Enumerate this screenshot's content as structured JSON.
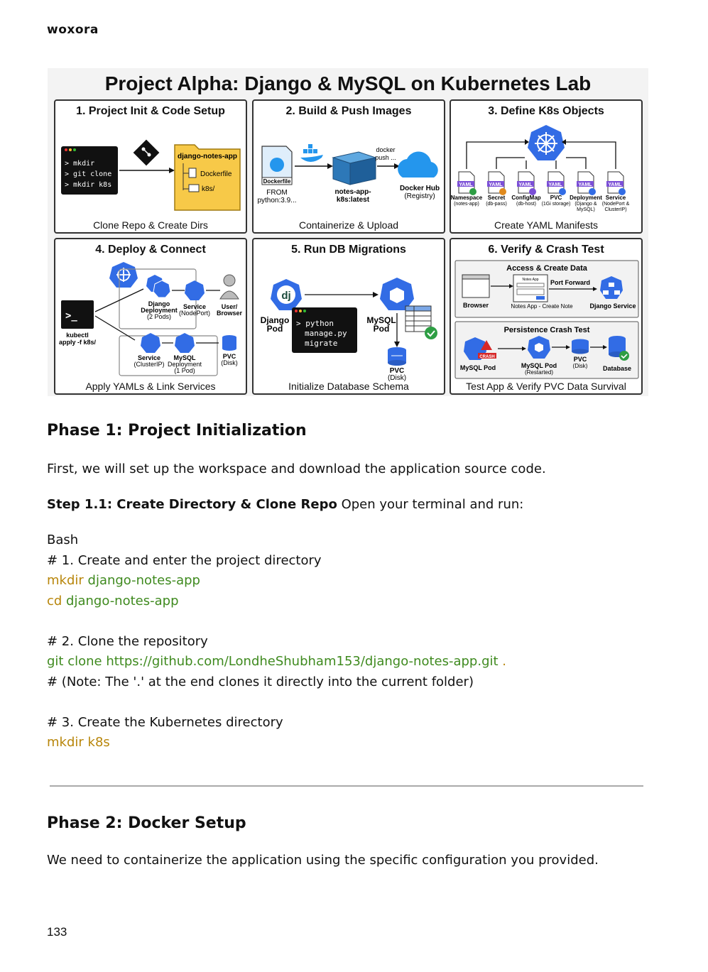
{
  "brand": "woxora",
  "infographic": {
    "title": "Project Alpha: Django & MySQL on Kubernetes Lab",
    "panels": [
      {
        "title": "1. Project Init & Code Setup",
        "caption": "Clone Repo & Create Dirs",
        "terminal_lines": [
          "> mkdir",
          "> git clone",
          "> mkdir k8s"
        ],
        "folder_name": "django-notes-app",
        "files": [
          "Dockerfile",
          "k8s/"
        ]
      },
      {
        "title": "2. Build & Push Images",
        "caption": "Containerize & Upload",
        "dockerfile_label": "Dockerfile",
        "from_line1": "FROM",
        "from_line2": "python:3.9...",
        "image_line1": "notes-app-",
        "image_line2": "k8s:latest",
        "push_line1": "docker",
        "push_line2": "push ...",
        "hub_line1": "Docker Hub",
        "hub_line2": "(Registry)"
      },
      {
        "title": "3. Define K8s Objects",
        "caption": "Create YAML Manifests",
        "yaml_label": "YAML",
        "objects": [
          {
            "name": "Namespace",
            "sub1": "(notes-app)",
            "sub2": ""
          },
          {
            "name": "Secret",
            "sub1": "(db-pass)",
            "sub2": ""
          },
          {
            "name": "ConfigMap",
            "sub1": "(db-host)",
            "sub2": ""
          },
          {
            "name": "PVC",
            "sub1": "(1Gi storage)",
            "sub2": ""
          },
          {
            "name": "Deployment",
            "sub1": "(Django &",
            "sub2": "MySQL)"
          },
          {
            "name": "Service",
            "sub1": "(NodePort &",
            "sub2": "ClusterIP)"
          }
        ]
      },
      {
        "title": "4. Deploy & Connect",
        "caption": "Apply YAMLs & Link Services",
        "kubectl_line1": "kubectl",
        "kubectl_line2": "apply -f k8s/",
        "django_dep": [
          "Django",
          "Deployment",
          "(2 Pods)"
        ],
        "service_np": [
          "Service",
          "(NodePort)"
        ],
        "user": [
          "User/",
          "Browser"
        ],
        "service_cip": [
          "Service",
          "(ClusterIP)"
        ],
        "mysql_dep": [
          "MySQL",
          "Deployment",
          "(1 Pod)"
        ],
        "pvc": [
          "PVC",
          "(Disk)"
        ]
      },
      {
        "title": "5. Run DB Migrations",
        "caption": "Initialize Database Schema",
        "django_pod": [
          "Django",
          "Pod"
        ],
        "dj_logo": "dj",
        "migrate_lines": [
          "> python",
          "manage.py",
          "migrate"
        ],
        "mysql_pod": [
          "MySQL",
          "Pod"
        ],
        "pvc": [
          "PVC",
          "(Disk)"
        ]
      },
      {
        "title": "6. Verify & Crash Test",
        "caption": "Test App & Verify PVC Data Survival",
        "access_title": "Access & Create Data",
        "browser": "Browser",
        "notes_app": "Notes App - Create Note",
        "notes_mini": "Notes App",
        "port_forward": "Port Forward",
        "django_service": "Django Service",
        "persistence_title": "Persistence Crash Test",
        "crash": "CRASH",
        "mysql_pod": "MySQL Pod",
        "mysql_pod_restarted": [
          "MySQL Pod",
          "(Restarted)"
        ],
        "pvc": [
          "PVC",
          "(Disk)"
        ],
        "database": "Database"
      }
    ]
  },
  "phase1": {
    "heading": "Phase 1: Project Initialization",
    "intro": "First, we will set up the workspace and download the application source code.",
    "step_bold": "Step 1.1: Create Directory & Clone Repo",
    "step_rest": " Open your terminal and run:",
    "lang": "Bash",
    "c1": "# 1. Create and enter the project directory",
    "l1_cmd": "mkdir",
    "l1_arg": " django-notes-app",
    "l2_cmd": "cd",
    "l2_arg": " django-notes-app",
    "c2": "# 2. Clone the repository",
    "l3_cmd": "git clone",
    "l3_arg": " https://github.com/LondheShubham153/django-notes-app.git",
    "l3_dot": " .",
    "c3": "# (Note: The '.' at the end clones it directly into the current folder)",
    "c4": "# 3. Create the Kubernetes directory",
    "l4_cmd": "mkdir",
    "l4_arg": " k8s"
  },
  "phase2": {
    "heading": "Phase 2: Docker Setup",
    "intro": "We need to containerize the application using the specific configuration you provided."
  },
  "page_number": "133",
  "colors": {
    "k8s_blue": "#326ce5",
    "docker_blue": "#2496ed",
    "folder_yellow": "#f7c948",
    "olive_code": "#b8860b",
    "green_code": "#3f8a1f",
    "crash_red": "#d62828",
    "check_green": "#2e9e44"
  }
}
